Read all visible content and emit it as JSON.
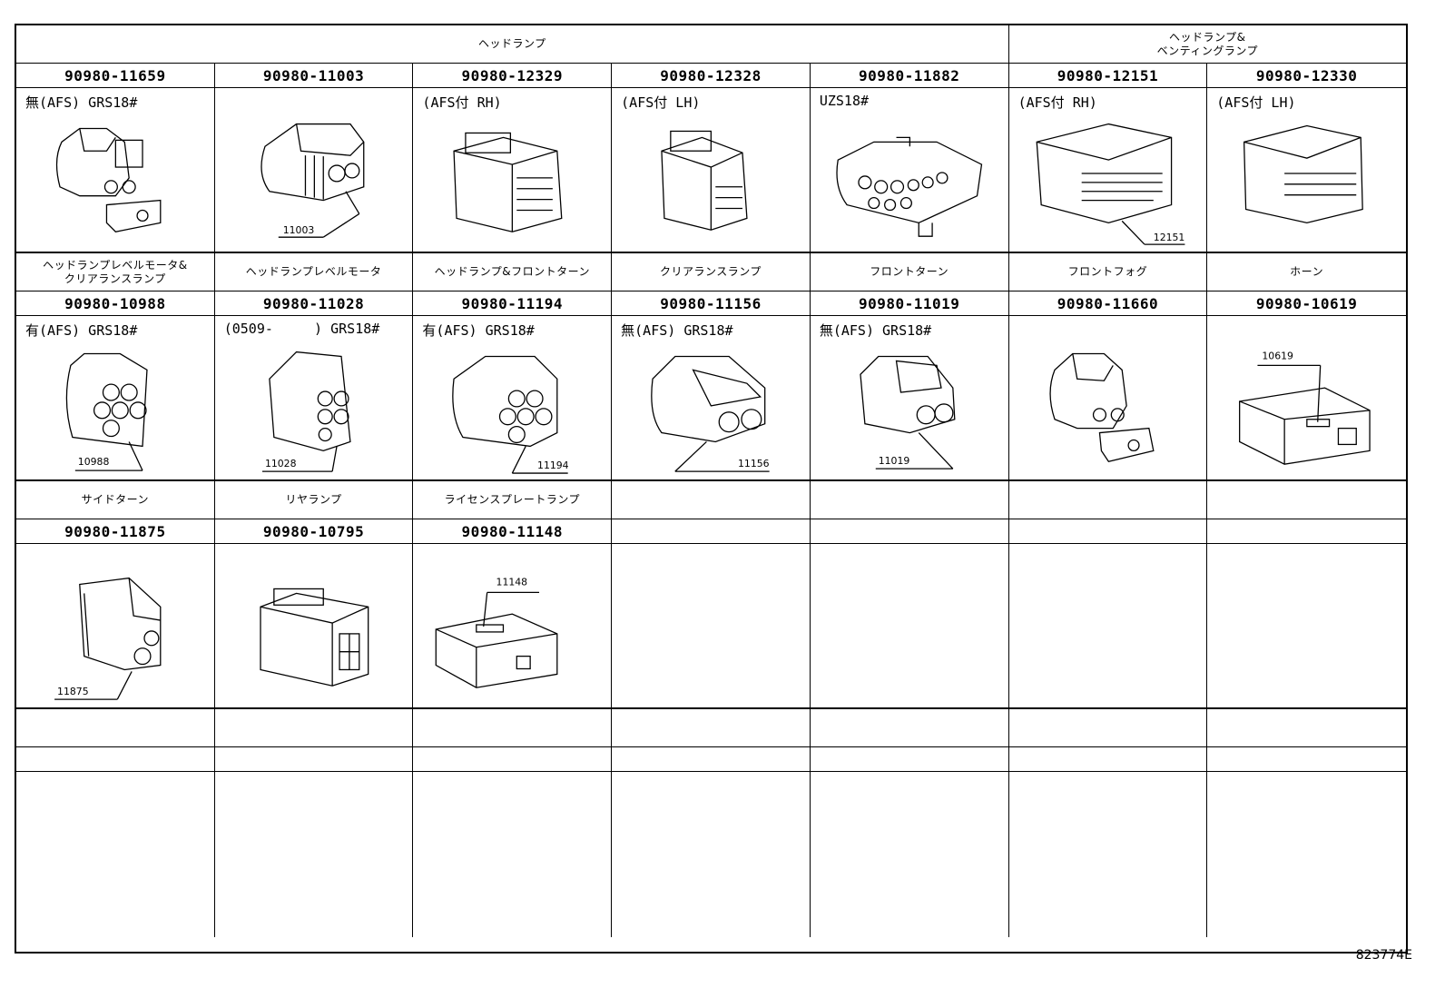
{
  "header": {
    "headlamp": "ヘッドランプ",
    "headlamp_venting": "ヘッドランプ&\nベンティングランプ"
  },
  "row1": {
    "parts": [
      "90980-11659",
      "90980-11003",
      "90980-12329",
      "90980-12328",
      "90980-11882",
      "90980-12151",
      "90980-12330"
    ],
    "notes": [
      "無(AFS) GRS18#",
      "",
      "(AFS付 RH)",
      "(AFS付 LH)",
      "UZS18#",
      "(AFS付 RH)",
      "(AFS付 LH)"
    ],
    "callouts": [
      "",
      "11003",
      "",
      "",
      "",
      "12151",
      ""
    ]
  },
  "row2": {
    "titles": [
      "ヘッドランプレベルモータ&\nクリアランスランプ",
      "ヘッドランプレベルモータ",
      "ヘッドランプ&フロントターン",
      "クリアランスランプ",
      "フロントターン",
      "フロントフォグ",
      "ホーン"
    ],
    "parts": [
      "90980-10988",
      "90980-11028",
      "90980-11194",
      "90980-11156",
      "90980-11019",
      "90980-11660",
      "90980-10619"
    ],
    "notes": [
      "有(AFS) GRS18#",
      "(0509-     ) GRS18#",
      "有(AFS) GRS18#",
      "無(AFS) GRS18#",
      "無(AFS) GRS18#",
      "",
      ""
    ],
    "callouts": [
      "10988",
      "11028",
      "11194",
      "11156",
      "11019",
      "",
      "10619"
    ]
  },
  "row3": {
    "titles": [
      "サイドターン",
      "リヤランプ",
      "ライセンスプレートランプ",
      "",
      "",
      "",
      ""
    ],
    "parts": [
      "90980-11875",
      "90980-10795",
      "90980-11148",
      "",
      "",
      "",
      ""
    ],
    "callouts": [
      "11875",
      "",
      "11148",
      "",
      "",
      "",
      ""
    ]
  },
  "figure_id": "823774E"
}
